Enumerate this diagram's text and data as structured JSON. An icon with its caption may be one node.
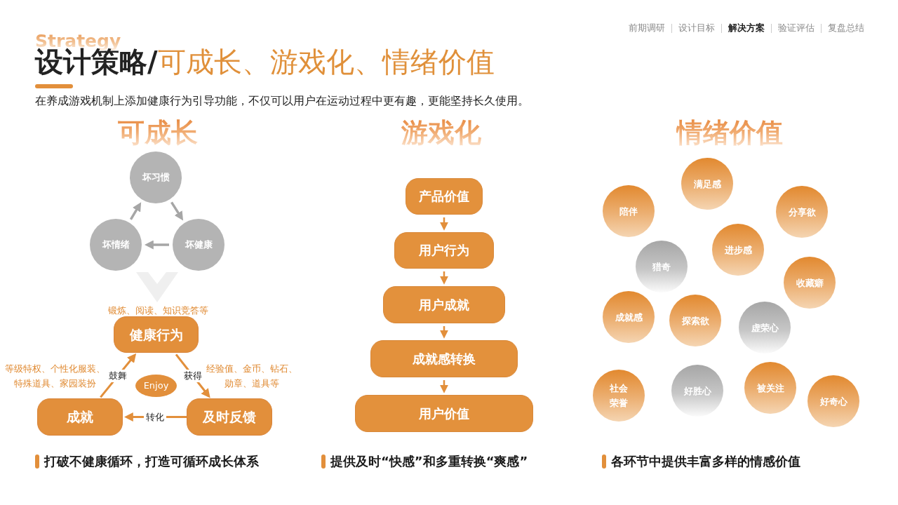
{
  "diagram": {
    "title": "**设计策略/**可成长、游戏化、情绪价值",
    "nodes": [
      {
        "text": [
          "坏习惯"
        ]
      },
      {
        "text": [
          "坏健康"
        ]
      },
      {
        "text": [
          "坏情绪"
        ]
      },
      {
        "text": [],
        "shape": "chevron"
      },
      {
        "text": [
          "健康行为"
        ],
        "beside": [
          "锻炼、阅读、知识竞答等"
        ]
      },
      {
        "text": [
          "Enjoy"
        ]
      },
      {
        "text": [
          "成就"
        ],
        "beside": [
          "等级特权、个性化服装、特殊道具、家园装扮"
        ]
      },
      {
        "text": [
          "及时反馈"
        ],
        "beside": [
          "经验值、金币、钻石、勋章、道具等"
        ]
      },
      {
        "text": [
          "产品价值"
        ]
      },
      {
        "text": [
          "用户行为"
        ]
      },
      {
        "text": [
          "用户成就"
        ]
      },
      {
        "text": [
          "成就感转换"
        ]
      },
      {
        "text": [
          "用户价值"
        ]
      },
      {
        "text": [
          "陪伴"
        ]
      },
      {
        "text": [
          "满足感"
        ]
      },
      {
        "text": [
          "分享欲"
        ]
      },
      {
        "text": [
          "猎奇"
        ]
      },
      {
        "text": [
          "进步感"
        ]
      },
      {
        "text": [
          "收藏癖"
        ]
      },
      {
        "text": [
          "成就感"
        ]
      },
      {
        "text": [
          "探索欲"
        ]
      },
      {
        "text": [
          "虚荣心"
        ]
      },
      {
        "text": [
          "社会荣誉"
        ]
      },
      {
        "text": [
          "好胜心"
        ]
      },
      {
        "text": [
          "被关注"
        ]
      },
      {
        "text": [
          "好奇心"
        ]
      }
    ],
    "edges": [
      {
        "from": 0,
        "to": 1,
        "arrow": "to",
        "color": "#a6a6a6"
      },
      {
        "from": 1,
        "to": 2,
        "arrow": "to",
        "color": "#a6a6a6"
      },
      {
        "from": 2,
        "to": 0,
        "arrow": "to",
        "color": "#a6a6a6"
      },
      {
        "from": 4,
        "to": 7,
        "arrow": "to",
        "label": "获得"
      },
      {
        "from": 7,
        "to": 6,
        "arrow": "to",
        "label": "转化"
      },
      {
        "from": 6,
        "to": 4,
        "arrow": "to",
        "label": "鼓舞"
      },
      {
        "from": 8,
        "to": 9,
        "arrow": "to"
      },
      {
        "from": 9,
        "to": 10,
        "arrow": "to"
      },
      {
        "from": 10,
        "to": 11,
        "arrow": "to"
      },
      {
        "from": 11,
        "to": 12,
        "arrow": "to"
      }
    ],
    "labels": [
      "前期调研",
      "设计目标",
      "解决方案",
      "验证评估",
      "复盘总结",
      "Strategy",
      "在养成游戏机制上添加健康行为引导功能，不仅可以用户在运动过程中更有趣，更能坚持长久使用。",
      "可成长",
      "游戏化",
      "情绪价值",
      "打破不健康循环，打造可循环成长体系",
      "提供及时“快感”和多重转换“爽感”",
      "各环节中提供丰富多样的情感价值"
    ]
  }
}
